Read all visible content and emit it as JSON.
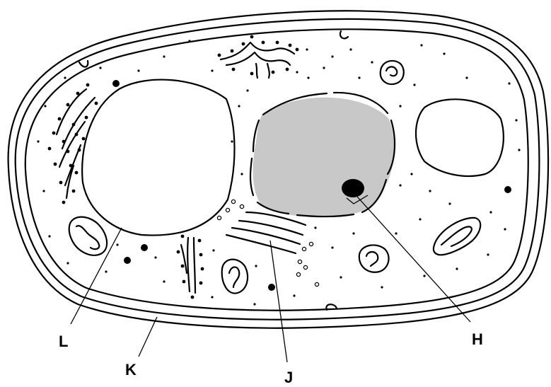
{
  "diagram": {
    "labels": {
      "L": "L",
      "K": "K",
      "J": "J",
      "H": "H"
    },
    "colors": {
      "nucleus_fill": "#c8c8c8",
      "outline": "#000000",
      "background": "#ffffff"
    }
  }
}
